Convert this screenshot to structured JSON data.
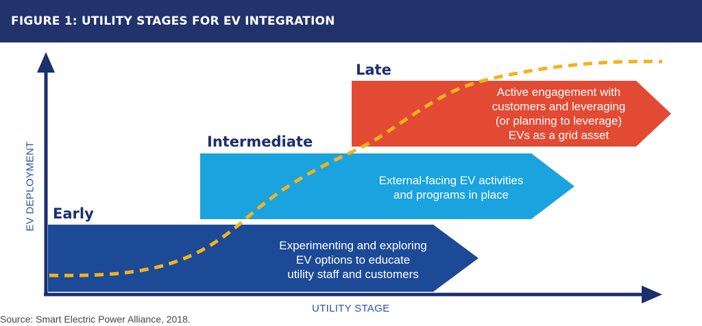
{
  "figure": {
    "title": "FIGURE 1: UTILITY STAGES FOR EV INTEGRATION",
    "source": "Source: Smart Electric Power Alliance, 2018."
  },
  "axes": {
    "y_label": "EV DEPLOYMENT",
    "x_label": "UTILITY STAGE"
  },
  "stages": [
    {
      "name": "Early",
      "description": [
        "Experimenting and exploring",
        "EV options to educate",
        "utility staff and customers"
      ]
    },
    {
      "name": "Intermediate",
      "description": [
        "External-facing EV activities",
        "and programs in place"
      ]
    },
    {
      "name": "Late",
      "description": [
        "Active engagement with",
        "customers and leveraging",
        "(or planning to leverage)",
        "EVs as a grid asset"
      ]
    }
  ],
  "colors": {
    "header": "#22336b",
    "axis": "#1b2f6e",
    "early": "#1d4a96",
    "intermediate": "#1aa3de",
    "late": "#e24a34",
    "curve": "#f5b21b"
  }
}
